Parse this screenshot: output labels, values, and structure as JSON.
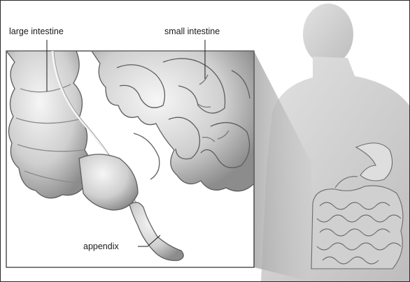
{
  "labels": {
    "large_intestine": "large intestine",
    "small_intestine": "small intestine",
    "appendix": "appendix"
  },
  "colors": {
    "outline": "#2b2b2b",
    "body": "#cfcfcf",
    "intestine": "#d9d9d9",
    "shadow": "#8a8a8a",
    "label": "#1a1a1a"
  }
}
